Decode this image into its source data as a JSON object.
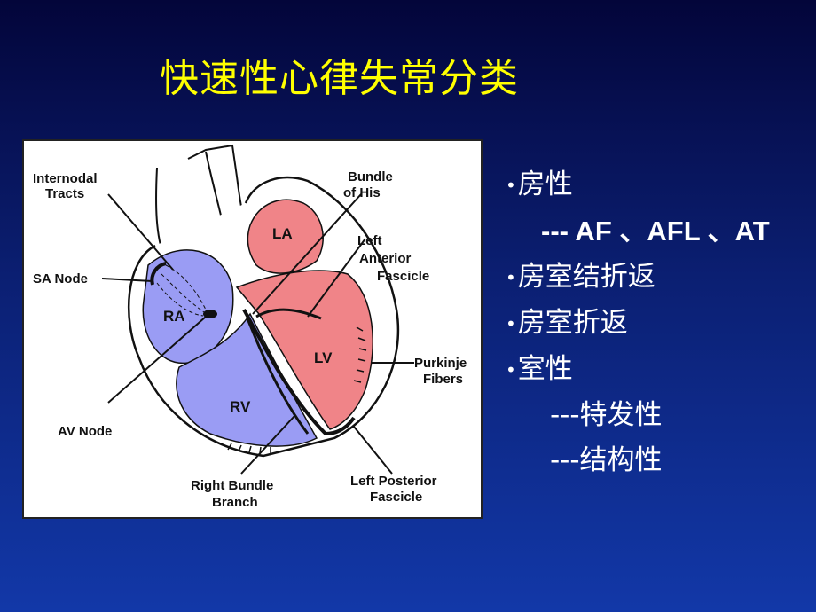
{
  "title": "快速性心律失常分类",
  "diagram": {
    "labels": {
      "internodal": [
        "Internodal",
        "Tracts"
      ],
      "sa_node": "SA Node",
      "av_node": "AV Node",
      "right_bundle": [
        "Right Bundle",
        "Branch"
      ],
      "bundle_his": [
        "Bundle",
        "of His"
      ],
      "left_anterior": [
        "Left",
        "Anterior",
        "Fascicle"
      ],
      "purkinje": [
        "Purkinje",
        "Fibers"
      ],
      "left_posterior": [
        "Left Posterior",
        "Fascicle"
      ]
    },
    "chambers": {
      "la": "LA",
      "ra": "RA",
      "lv": "LV",
      "rv": "RV"
    },
    "colors": {
      "right_side": "#9a9cf4",
      "left_side": "#f08488"
    }
  },
  "list": [
    {
      "bullet": "•",
      "text": "房性"
    },
    {
      "bullet": "",
      "text": "--- AF 、AFL 、AT"
    },
    {
      "bullet": "•",
      "text": "房室结折返"
    },
    {
      "bullet": "•",
      "text": "房室折返"
    },
    {
      "bullet": "•",
      "text": "室性"
    },
    {
      "bullet": "",
      "text": "---特发性"
    },
    {
      "bullet": "",
      "text": "---结构性"
    }
  ]
}
